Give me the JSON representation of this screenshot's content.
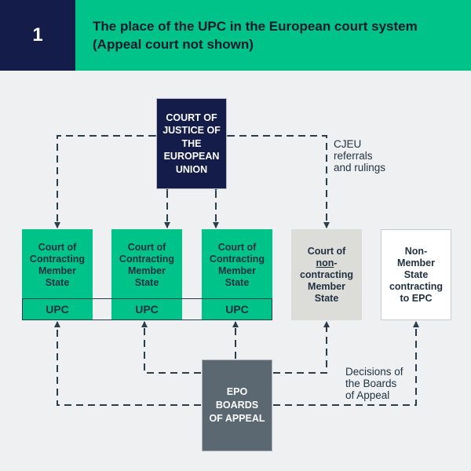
{
  "header": {
    "number": "1",
    "title_line1": "The place of the UPC in the European court system",
    "title_line2": "(Appeal court not shown)"
  },
  "colors": {
    "navy": "#141c4a",
    "green": "#00c389",
    "grey_box": "#dcdcd8",
    "epo_grey": "#5b6771",
    "background": "#eff0f2",
    "line": "#2a3d4a"
  },
  "nodes": {
    "cjeu": {
      "lines": [
        "COURT OF",
        "JUSTICE OF",
        "THE",
        "EUROPEAN",
        "UNION"
      ]
    },
    "member_states": [
      {
        "lines": [
          "Court of",
          "Contracting",
          "Member",
          "State"
        ],
        "upc": "UPC"
      },
      {
        "lines": [
          "Court of",
          "Contracting",
          "Member",
          "State"
        ],
        "upc": "UPC"
      },
      {
        "lines": [
          "Court of",
          "Contracting",
          "Member",
          "State"
        ],
        "upc": "UPC"
      }
    ],
    "non_contracting": {
      "line1": "Court of",
      "line2_underlined": "non",
      "line2_rest": "-",
      "line3": "contracting",
      "line4": "Member",
      "line5": "State"
    },
    "non_member": {
      "lines": [
        "Non-",
        "Member",
        "State",
        "contracting",
        "to EPC"
      ]
    },
    "epo": {
      "lines": [
        "EPO",
        "BOARDS",
        "OF APPEAL"
      ]
    }
  },
  "labels": {
    "cjeu_referrals": [
      "CJEU",
      "referrals",
      "and rulings"
    ],
    "decisions": [
      "Decisions of",
      "the Boards",
      "of Appeal"
    ]
  }
}
